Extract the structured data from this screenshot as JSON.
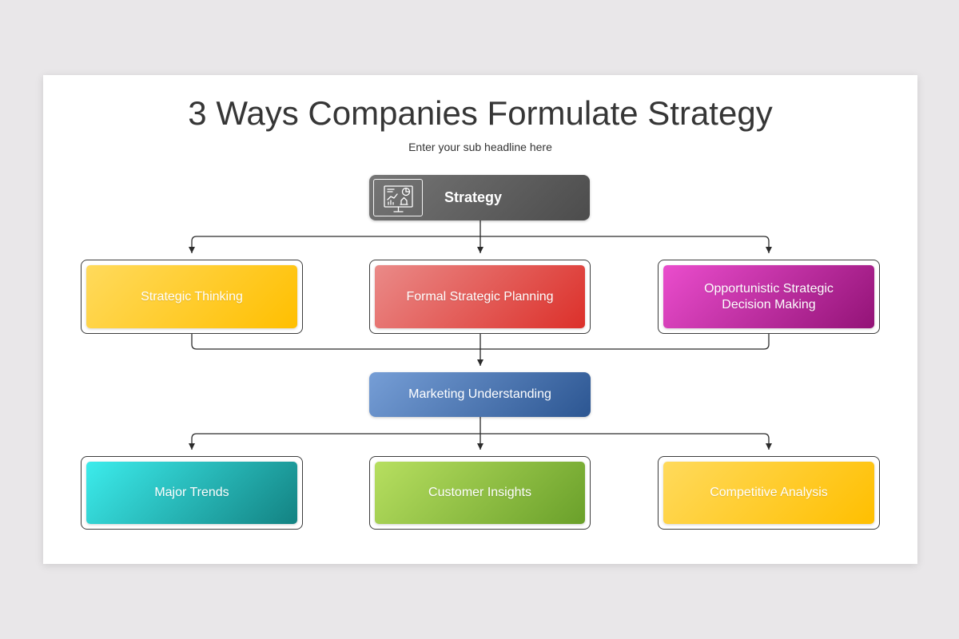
{
  "slide": {
    "title": "3 Ways Companies Formulate Strategy",
    "subtitle": "Enter your sub headline here",
    "background_color": "#e9e7e9",
    "connector_color": "#2b2b2b"
  },
  "root": {
    "label": "Strategy",
    "icon": "presentation-chart-icon",
    "colors": {
      "from": "#767676",
      "to": "#4c4c4c"
    }
  },
  "approaches": [
    {
      "label": "Strategic Thinking",
      "colors": {
        "from": "#ffda5c",
        "to": "#ffbf00"
      }
    },
    {
      "label": "Formal Strategic Planning",
      "colors": {
        "from": "#ea8a88",
        "to": "#dc302a"
      }
    },
    {
      "label": "Opportunistic Strategic Decision Making",
      "colors": {
        "from": "#ea4dcd",
        "to": "#931377"
      }
    }
  ],
  "hub": {
    "label": "Marketing Understanding",
    "colors": {
      "from": "#769ed6",
      "to": "#2c5692"
    }
  },
  "outcomes": [
    {
      "label": "Major Trends",
      "colors": {
        "from": "#3cecec",
        "to": "#138282"
      }
    },
    {
      "label": "Customer Insights",
      "colors": {
        "from": "#b7df60",
        "to": "#6aa02a"
      }
    },
    {
      "label": "Competitive Analysis",
      "colors": {
        "from": "#ffda5c",
        "to": "#ffbf00"
      }
    }
  ]
}
